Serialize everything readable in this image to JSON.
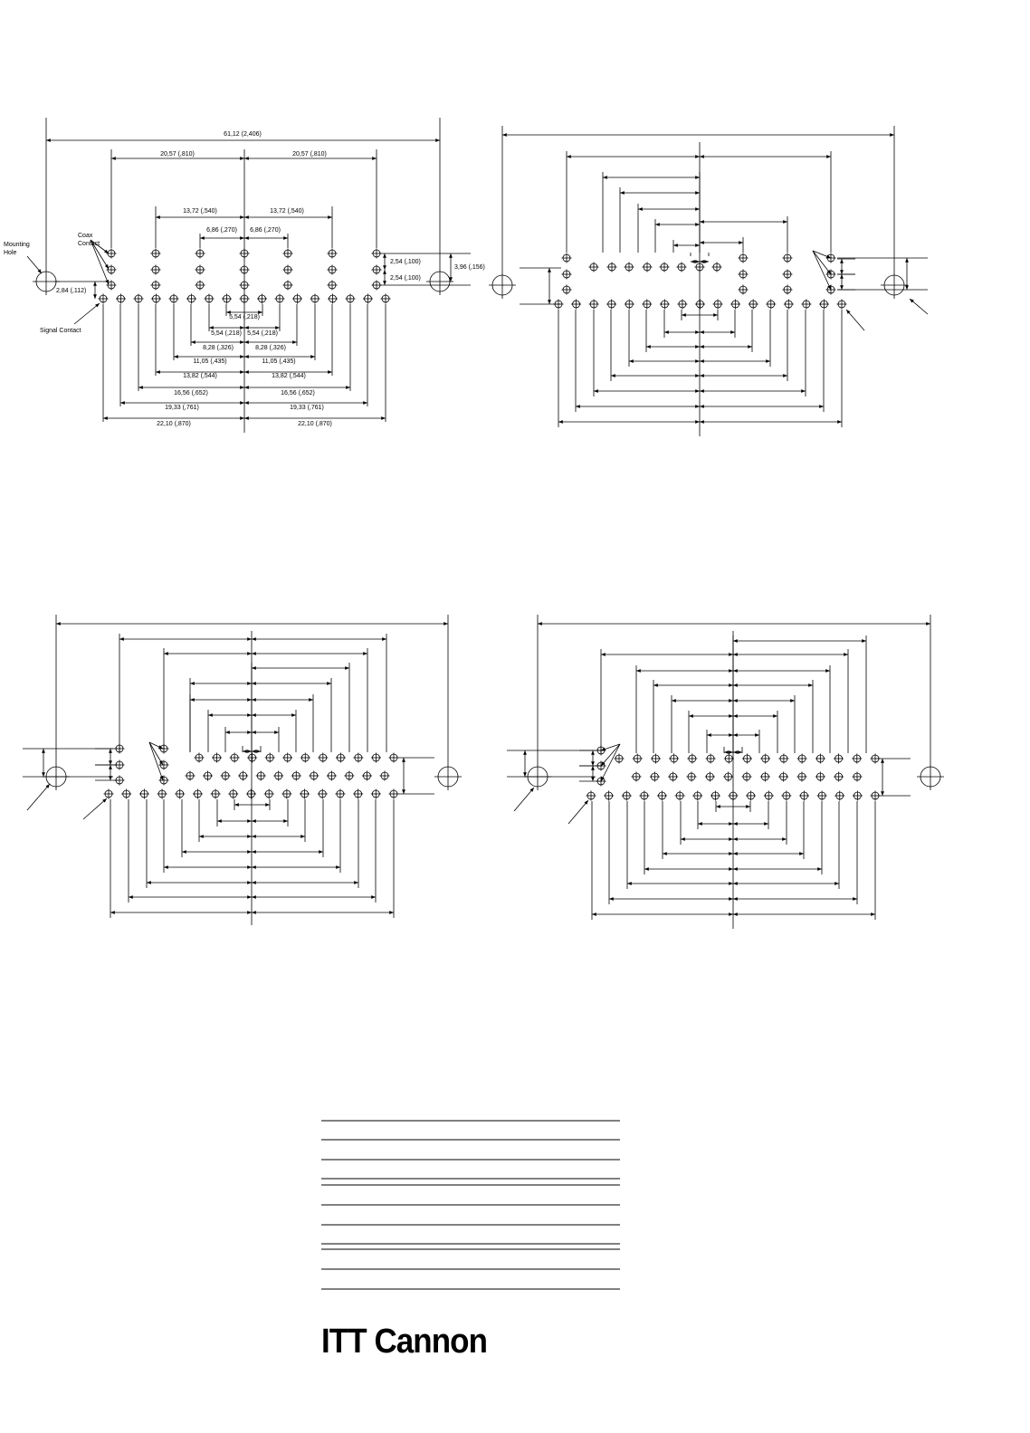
{
  "logo": {
    "text": "ITT Cannon"
  },
  "panel_a": {
    "overall_width": "61,12 (2,406)",
    "coax_outer_left": "20,57 (,810)",
    "coax_outer_right": "20,57 (,810)",
    "coax_mid_left": "13,72 (,540)",
    "coax_mid_right": "13,72 (,540)",
    "coax_inner_left": "6,86 (,270)",
    "coax_inner_right": "6,86 (,270)",
    "row_pitch_1": "2,54 (,100)",
    "row_pitch_2": "2,54 (,100)",
    "mount_offset": "3,96 (,156)",
    "signal_offset": "2,84 (,112)",
    "label_mounting_hole": "Mounting\nHole",
    "label_coax_contact": "Coax\nContact",
    "label_signal_contact": "Signal Contact",
    "sig_1": "5,54 (,218)",
    "sig_2_left": "5,54 (,218)",
    "sig_2_right": "5,54 (,218)",
    "sig_3_left": "8,28 (,326)",
    "sig_3_right": "8,28 (,326)",
    "sig_4_left": "11,05 (,435)",
    "sig_4_right": "11,05 (,435)",
    "sig_5_left": "13,82 (,544)",
    "sig_5_right": "13,82 (,544)",
    "sig_6_left": "16,56 (,652)",
    "sig_6_right": "16,56 (,652)",
    "sig_7_left": "19,33 (,761)",
    "sig_7_right": "19,33 (,761)",
    "sig_8_left": "22,10 (,870)",
    "sig_8_right": "22,10 (,870)"
  }
}
